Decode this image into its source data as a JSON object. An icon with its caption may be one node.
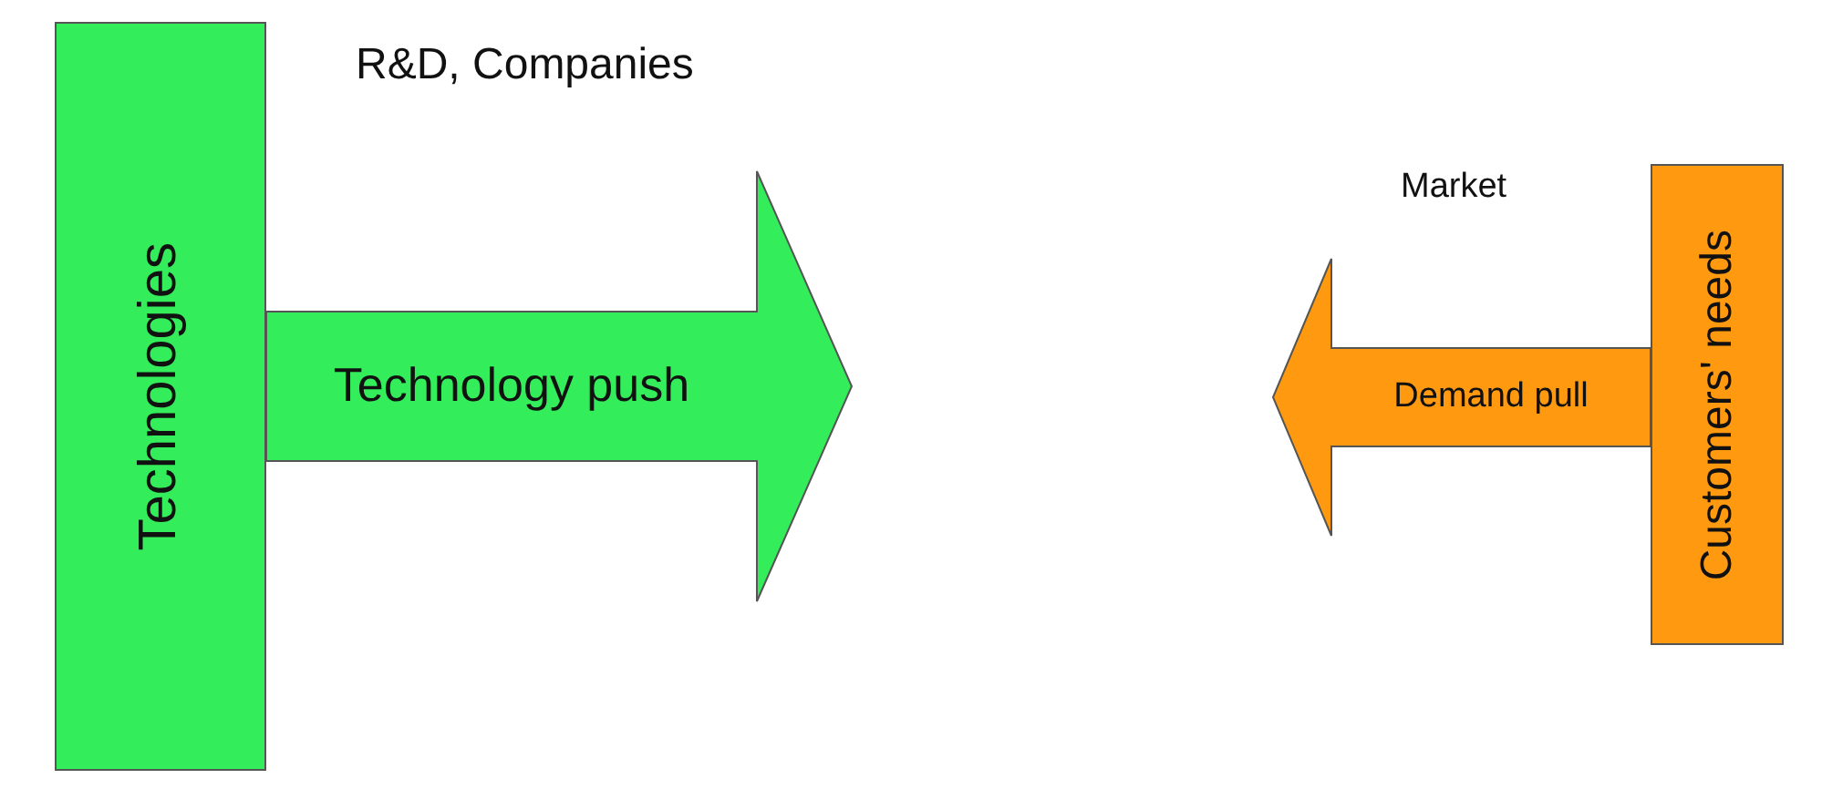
{
  "diagram": {
    "nodes": [
      {
        "text": [
          "Technologies"
        ]
      },
      {
        "text": [
          "Customers' needs"
        ]
      }
    ],
    "edges": [
      {
        "from": 0,
        "to": null,
        "arrow": "to",
        "label": "Technology push",
        "color": "#33ee5a"
      },
      {
        "from": 1,
        "to": null,
        "arrow": "to",
        "label": "Demand pull",
        "color": "#ff9a10"
      }
    ],
    "labels": [
      "R&D, Companies",
      "Market"
    ]
  }
}
